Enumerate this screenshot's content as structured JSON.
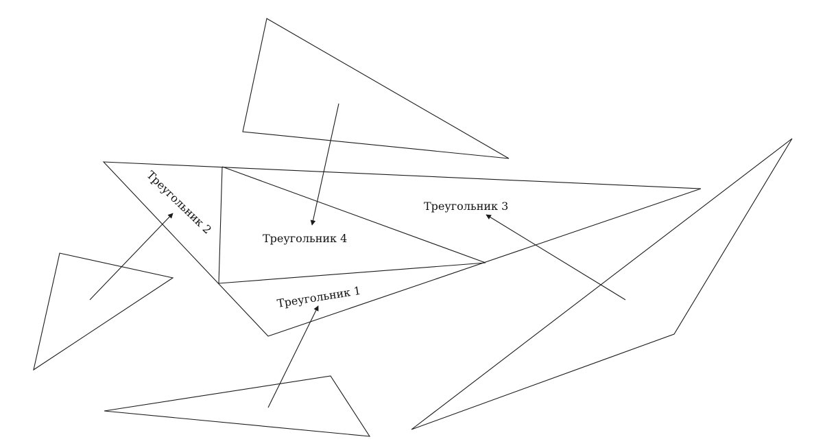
{
  "labels": {
    "tri1": "Треугольник 1",
    "tri2": "Треугольник 2",
    "tri3": "Треугольник 3",
    "tri4": "Треугольник 4"
  },
  "colors": {
    "stroke": "#1a1a1a",
    "background": "#ffffff"
  }
}
